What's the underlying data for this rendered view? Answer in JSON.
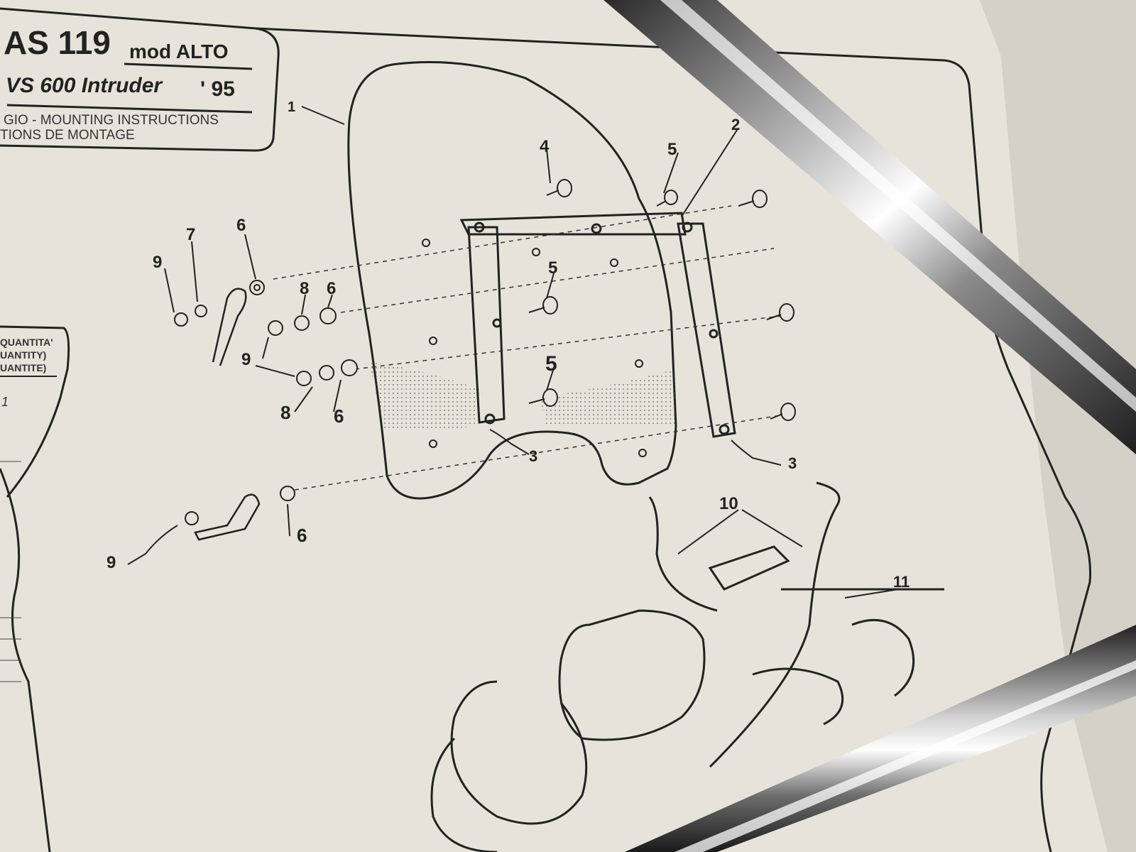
{
  "header": {
    "model_code": "AS 119",
    "model_variant": "mod ALTO",
    "bike": "VS 600 Intruder",
    "year": "' 95",
    "line_it": "GIO - MOUNTING INSTRUCTIONS",
    "line_fr": "TIONS DE MONTAGE"
  },
  "quantity_box": {
    "it": "QUANTITA'",
    "en": "UANTITY)",
    "fr": "UANTITE)",
    "row_value": "1"
  },
  "part_labels": {
    "p1": "1",
    "p2": "2",
    "p3a": "3",
    "p3b": "3",
    "p4": "4",
    "p5a": "5",
    "p5b": "5",
    "p5c": "5",
    "p6a": "6",
    "p6b": "6",
    "p6c": "6",
    "p6d": "6",
    "p7": "7",
    "p8a": "8",
    "p8b": "8",
    "p9a": "9",
    "p9b": "9",
    "p9c": "9",
    "p10": "10",
    "p11": "11"
  },
  "colors": {
    "paper": "#e8e3da",
    "ink": "#222222",
    "chrome_dark": "#3a3a3a",
    "chrome_light": "#f2f2f2"
  }
}
